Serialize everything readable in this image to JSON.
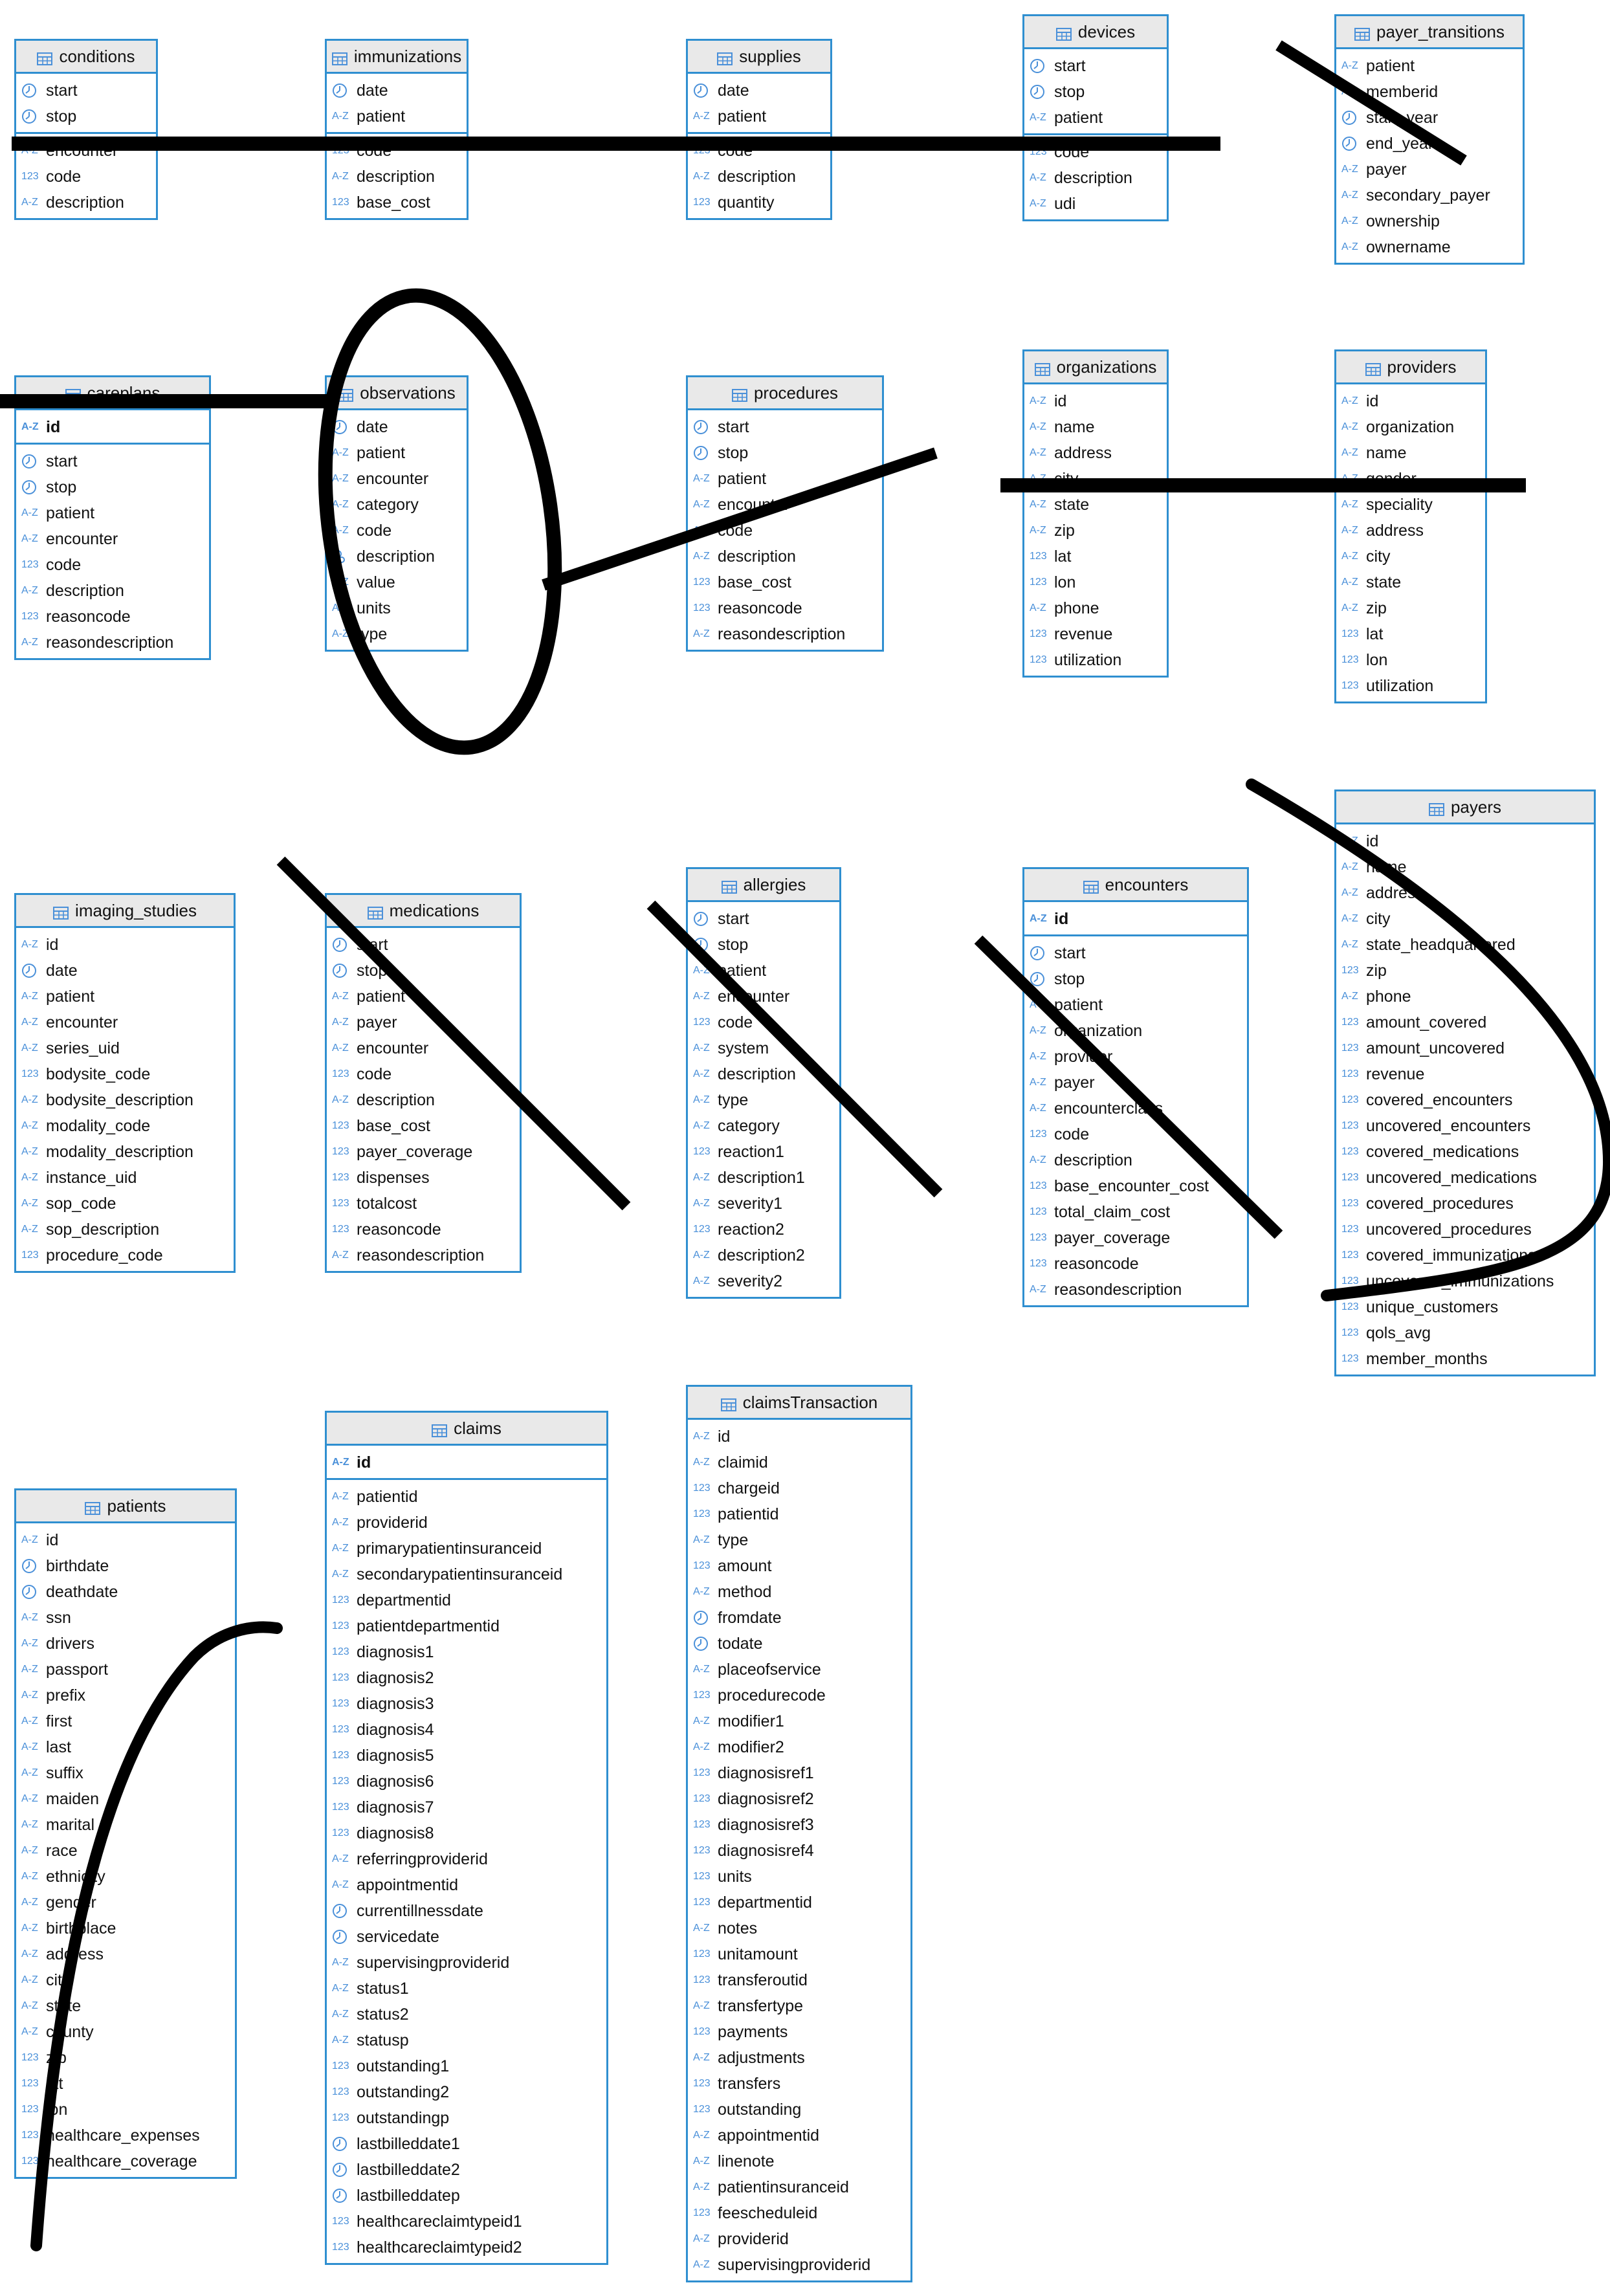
{
  "tables": [
    {
      "name": "conditions",
      "columns": [
        [
          "start",
          "date"
        ],
        [
          "stop",
          "date"
        ],
        [
          "encounter",
          "text"
        ],
        [
          "code",
          "num"
        ],
        [
          "description",
          "text"
        ]
      ],
      "sep_after": 2
    },
    {
      "name": "immunizations",
      "columns": [
        [
          "date",
          "date"
        ],
        [
          "patient",
          "text"
        ],
        [
          "code",
          "num"
        ],
        [
          "description",
          "text"
        ],
        [
          "base_cost",
          "num"
        ]
      ],
      "sep_after": 2
    },
    {
      "name": "supplies",
      "columns": [
        [
          "date",
          "date"
        ],
        [
          "patient",
          "text"
        ],
        [
          "code",
          "num"
        ],
        [
          "description",
          "text"
        ],
        [
          "quantity",
          "num"
        ]
      ],
      "sep_after": 2
    },
    {
      "name": "devices",
      "columns": [
        [
          "start",
          "date"
        ],
        [
          "stop",
          "date"
        ],
        [
          "patient",
          "text"
        ],
        [
          "code",
          "num"
        ],
        [
          "description",
          "text"
        ],
        [
          "udi",
          "text"
        ]
      ],
      "sep_after": 3
    },
    {
      "name": "payer_transitions",
      "columns": [
        [
          "patient",
          "text"
        ],
        [
          "memberid",
          "text"
        ],
        [
          "start_year",
          "date"
        ],
        [
          "end_year",
          "date"
        ],
        [
          "payer",
          "text"
        ],
        [
          "secondary_payer",
          "text"
        ],
        [
          "ownership",
          "text"
        ],
        [
          "ownername",
          "text"
        ]
      ]
    },
    {
      "name": "careplans",
      "columns": [
        [
          "id",
          "text",
          true
        ],
        [
          "start",
          "date"
        ],
        [
          "stop",
          "date"
        ],
        [
          "patient",
          "text"
        ],
        [
          "encounter",
          "text"
        ],
        [
          "code",
          "num"
        ],
        [
          "description",
          "text"
        ],
        [
          "reasoncode",
          "num"
        ],
        [
          "reasondescription",
          "text"
        ]
      ],
      "sep_after": 1
    },
    {
      "name": "observations",
      "columns": [
        [
          "date",
          "date"
        ],
        [
          "patient",
          "text"
        ],
        [
          "encounter",
          "text"
        ],
        [
          "category",
          "text"
        ],
        [
          "code",
          "text"
        ],
        [
          "description",
          "key"
        ],
        [
          "value",
          "text"
        ],
        [
          "units",
          "text"
        ],
        [
          "type",
          "text"
        ]
      ]
    },
    {
      "name": "procedures",
      "columns": [
        [
          "start",
          "date"
        ],
        [
          "stop",
          "date"
        ],
        [
          "patient",
          "text"
        ],
        [
          "encounter",
          "text"
        ],
        [
          "code",
          "text"
        ],
        [
          "description",
          "text"
        ],
        [
          "base_cost",
          "num"
        ],
        [
          "reasoncode",
          "num"
        ],
        [
          "reasondescription",
          "text"
        ]
      ]
    },
    {
      "name": "organizations",
      "columns": [
        [
          "id",
          "text"
        ],
        [
          "name",
          "text"
        ],
        [
          "address",
          "text"
        ],
        [
          "city",
          "text"
        ],
        [
          "state",
          "text"
        ],
        [
          "zip",
          "text"
        ],
        [
          "lat",
          "num"
        ],
        [
          "lon",
          "num"
        ],
        [
          "phone",
          "text"
        ],
        [
          "revenue",
          "num"
        ],
        [
          "utilization",
          "num"
        ]
      ]
    },
    {
      "name": "providers",
      "columns": [
        [
          "id",
          "text"
        ],
        [
          "organization",
          "text"
        ],
        [
          "name",
          "text"
        ],
        [
          "gender",
          "text"
        ],
        [
          "speciality",
          "text"
        ],
        [
          "address",
          "text"
        ],
        [
          "city",
          "text"
        ],
        [
          "state",
          "text"
        ],
        [
          "zip",
          "text"
        ],
        [
          "lat",
          "num"
        ],
        [
          "lon",
          "num"
        ],
        [
          "utilization",
          "num"
        ]
      ]
    },
    {
      "name": "imaging_studies",
      "columns": [
        [
          "id",
          "text"
        ],
        [
          "date",
          "date"
        ],
        [
          "patient",
          "text"
        ],
        [
          "encounter",
          "text"
        ],
        [
          "series_uid",
          "text"
        ],
        [
          "bodysite_code",
          "num"
        ],
        [
          "bodysite_description",
          "text"
        ],
        [
          "modality_code",
          "text"
        ],
        [
          "modality_description",
          "text"
        ],
        [
          "instance_uid",
          "text"
        ],
        [
          "sop_code",
          "text"
        ],
        [
          "sop_description",
          "text"
        ],
        [
          "procedure_code",
          "num"
        ]
      ]
    },
    {
      "name": "medications",
      "columns": [
        [
          "start",
          "date"
        ],
        [
          "stop",
          "date"
        ],
        [
          "patient",
          "text"
        ],
        [
          "payer",
          "text"
        ],
        [
          "encounter",
          "text"
        ],
        [
          "code",
          "num"
        ],
        [
          "description",
          "text"
        ],
        [
          "base_cost",
          "num"
        ],
        [
          "payer_coverage",
          "num"
        ],
        [
          "dispenses",
          "num"
        ],
        [
          "totalcost",
          "num"
        ],
        [
          "reasoncode",
          "num"
        ],
        [
          "reasondescription",
          "text"
        ]
      ]
    },
    {
      "name": "allergies",
      "columns": [
        [
          "start",
          "date"
        ],
        [
          "stop",
          "date"
        ],
        [
          "patient",
          "text"
        ],
        [
          "encounter",
          "text"
        ],
        [
          "code",
          "num"
        ],
        [
          "system",
          "text"
        ],
        [
          "description",
          "text"
        ],
        [
          "type",
          "text"
        ],
        [
          "category",
          "text"
        ],
        [
          "reaction1",
          "num"
        ],
        [
          "description1",
          "text"
        ],
        [
          "severity1",
          "text"
        ],
        [
          "reaction2",
          "num"
        ],
        [
          "description2",
          "text"
        ],
        [
          "severity2",
          "text"
        ]
      ]
    },
    {
      "name": "encounters",
      "columns": [
        [
          "id",
          "text",
          true
        ],
        [
          "start",
          "date"
        ],
        [
          "stop",
          "date"
        ],
        [
          "patient",
          "text"
        ],
        [
          "organization",
          "text"
        ],
        [
          "provider",
          "text"
        ],
        [
          "payer",
          "text"
        ],
        [
          "encounterclass",
          "text"
        ],
        [
          "code",
          "num"
        ],
        [
          "description",
          "text"
        ],
        [
          "base_encounter_cost",
          "num"
        ],
        [
          "total_claim_cost",
          "num"
        ],
        [
          "payer_coverage",
          "num"
        ],
        [
          "reasoncode",
          "num"
        ],
        [
          "reasondescription",
          "text"
        ]
      ],
      "sep_after": 1
    },
    {
      "name": "payers",
      "columns": [
        [
          "id",
          "text"
        ],
        [
          "name",
          "text"
        ],
        [
          "address",
          "text"
        ],
        [
          "city",
          "text"
        ],
        [
          "state_headquartered",
          "text"
        ],
        [
          "zip",
          "num"
        ],
        [
          "phone",
          "text"
        ],
        [
          "amount_covered",
          "num"
        ],
        [
          "amount_uncovered",
          "num"
        ],
        [
          "revenue",
          "num"
        ],
        [
          "covered_encounters",
          "num"
        ],
        [
          "uncovered_encounters",
          "num"
        ],
        [
          "covered_medications",
          "num"
        ],
        [
          "uncovered_medications",
          "num"
        ],
        [
          "covered_procedures",
          "num"
        ],
        [
          "uncovered_procedures",
          "num"
        ],
        [
          "covered_immunizations",
          "num"
        ],
        [
          "uncovered_immunizations",
          "num"
        ],
        [
          "unique_customers",
          "num"
        ],
        [
          "qols_avg",
          "num"
        ],
        [
          "member_months",
          "num"
        ]
      ]
    },
    {
      "name": "patients",
      "columns": [
        [
          "id",
          "text"
        ],
        [
          "birthdate",
          "date"
        ],
        [
          "deathdate",
          "date"
        ],
        [
          "ssn",
          "text"
        ],
        [
          "drivers",
          "text"
        ],
        [
          "passport",
          "text"
        ],
        [
          "prefix",
          "text"
        ],
        [
          "first",
          "text"
        ],
        [
          "last",
          "text"
        ],
        [
          "suffix",
          "text"
        ],
        [
          "maiden",
          "text"
        ],
        [
          "marital",
          "text"
        ],
        [
          "race",
          "text"
        ],
        [
          "ethnicity",
          "text"
        ],
        [
          "gender",
          "text"
        ],
        [
          "birthplace",
          "text"
        ],
        [
          "address",
          "text"
        ],
        [
          "city",
          "text"
        ],
        [
          "state",
          "text"
        ],
        [
          "county",
          "text"
        ],
        [
          "zip",
          "num"
        ],
        [
          "lat",
          "num"
        ],
        [
          "lon",
          "num"
        ],
        [
          "healthcare_expenses",
          "num"
        ],
        [
          "healthcare_coverage",
          "num"
        ]
      ]
    },
    {
      "name": "claims",
      "columns": [
        [
          "id",
          "text",
          true
        ],
        [
          "patientid",
          "text"
        ],
        [
          "providerid",
          "text"
        ],
        [
          "primarypatientinsuranceid",
          "text"
        ],
        [
          "secondarypatientinsuranceid",
          "text"
        ],
        [
          "departmentid",
          "num"
        ],
        [
          "patientdepartmentid",
          "num"
        ],
        [
          "diagnosis1",
          "num"
        ],
        [
          "diagnosis2",
          "num"
        ],
        [
          "diagnosis3",
          "num"
        ],
        [
          "diagnosis4",
          "num"
        ],
        [
          "diagnosis5",
          "num"
        ],
        [
          "diagnosis6",
          "num"
        ],
        [
          "diagnosis7",
          "num"
        ],
        [
          "diagnosis8",
          "num"
        ],
        [
          "referringproviderid",
          "text"
        ],
        [
          "appointmentid",
          "text"
        ],
        [
          "currentillnessdate",
          "date"
        ],
        [
          "servicedate",
          "date"
        ],
        [
          "supervisingproviderid",
          "text"
        ],
        [
          "status1",
          "text"
        ],
        [
          "status2",
          "text"
        ],
        [
          "statusp",
          "text"
        ],
        [
          "outstanding1",
          "num"
        ],
        [
          "outstanding2",
          "num"
        ],
        [
          "outstandingp",
          "num"
        ],
        [
          "lastbilleddate1",
          "date"
        ],
        [
          "lastbilleddate2",
          "date"
        ],
        [
          "lastbilleddatep",
          "date"
        ],
        [
          "healthcareclaimtypeid1",
          "num"
        ],
        [
          "healthcareclaimtypeid2",
          "num"
        ]
      ],
      "sep_after": 1
    },
    {
      "name": "claimsTransaction",
      "columns": [
        [
          "id",
          "text"
        ],
        [
          "claimid",
          "text"
        ],
        [
          "chargeid",
          "num"
        ],
        [
          "patientid",
          "num"
        ],
        [
          "type",
          "text"
        ],
        [
          "amount",
          "num"
        ],
        [
          "method",
          "text"
        ],
        [
          "fromdate",
          "date"
        ],
        [
          "todate",
          "date"
        ],
        [
          "placeofservice",
          "text"
        ],
        [
          "procedurecode",
          "num"
        ],
        [
          "modifier1",
          "text"
        ],
        [
          "modifier2",
          "text"
        ],
        [
          "diagnosisref1",
          "num"
        ],
        [
          "diagnosisref2",
          "num"
        ],
        [
          "diagnosisref3",
          "num"
        ],
        [
          "diagnosisref4",
          "num"
        ],
        [
          "units",
          "num"
        ],
        [
          "departmentid",
          "num"
        ],
        [
          "notes",
          "text"
        ],
        [
          "unitamount",
          "num"
        ],
        [
          "transferoutid",
          "num"
        ],
        [
          "transfertype",
          "text"
        ],
        [
          "payments",
          "num"
        ],
        [
          "adjustments",
          "text"
        ],
        [
          "transfers",
          "num"
        ],
        [
          "outstanding",
          "num"
        ],
        [
          "appointmentid",
          "text"
        ],
        [
          "linenote",
          "text"
        ],
        [
          "patientinsuranceid",
          "text"
        ],
        [
          "feescheduleid",
          "num"
        ],
        [
          "providerid",
          "text"
        ],
        [
          "supervisingproviderid",
          "text"
        ]
      ]
    }
  ],
  "type_labels": {
    "text": "A-Z",
    "num": "123"
  },
  "colors": {
    "border": "#2f8fd0",
    "header_bg": "#e9e9e9",
    "type_icon": "#4a90d9",
    "marks": "#000000"
  }
}
